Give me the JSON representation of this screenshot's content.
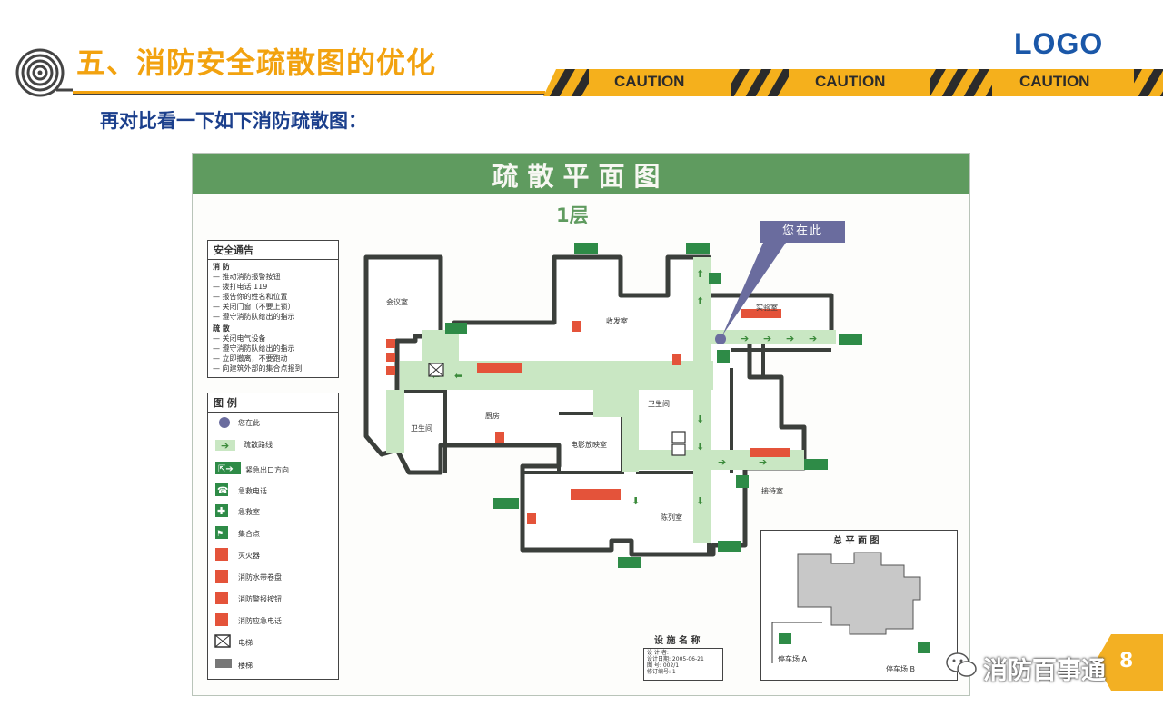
{
  "slide": {
    "title": "五、消防安全疏散图的优化",
    "subtitle": "再对比看一下如下消防疏散图：",
    "logo": "LOGO",
    "caution_labels": [
      "CAUTION",
      "CAUTION",
      "CAUTION"
    ],
    "page_number": "8",
    "watermark": "消防百事通"
  },
  "plan": {
    "title": "疏散平面图",
    "floor": "1层",
    "you_are_here": "您在此",
    "notice": {
      "title": "安全通告",
      "fire_heading": "消 防",
      "fire_items": [
        "— 推动消防报警按钮",
        "— 拨打电话 119",
        "— 报告你的姓名和位置",
        "— 关闭门窗（不要上锁）",
        "— 遵守消防队给出的指示"
      ],
      "evac_heading": "疏 散",
      "evac_items": [
        "— 关闭电气设备",
        "— 遵守消防队给出的指示",
        "— 立即撤离，不要跑动",
        "— 向建筑外部的集合点报到"
      ]
    },
    "legend": {
      "title": "图 例",
      "items": [
        "您在此",
        "疏散路线",
        "紧急出口方向",
        "急救电话",
        "急救室",
        "集合点",
        "灭火器",
        "消防水带卷盘",
        "消防警报按钮",
        "消防应急电话",
        "电梯",
        "楼梯"
      ]
    },
    "rooms": {
      "meeting": "会议室",
      "mail": "收发室",
      "lab": "实验室",
      "restroom1": "卫生间",
      "restroom2": "卫生间",
      "pantry": "厨房",
      "cinema": "电影放映室",
      "reception": "接待室",
      "exhibit": "陈列室"
    },
    "site": {
      "title": "总 平 面 图",
      "parking_a": "停车场 A",
      "parking_b": "停车场 B"
    },
    "facility": {
      "title": "设 施 名 称",
      "lines": [
        "设 计 者:",
        "设计日期: 2005-06-21",
        "图 号: 002/1",
        "修订编号: 1"
      ]
    }
  },
  "colors": {
    "title": "#f2a20f",
    "subtitle": "#1b3f8c",
    "logo": "#1a57a8",
    "banner_green": "#5f9b5f",
    "route_green": "#c9e7c3",
    "wall": "#3b3f3b",
    "hazard_yellow": "#f5b01c",
    "extinguisher_red": "#e4533a"
  }
}
